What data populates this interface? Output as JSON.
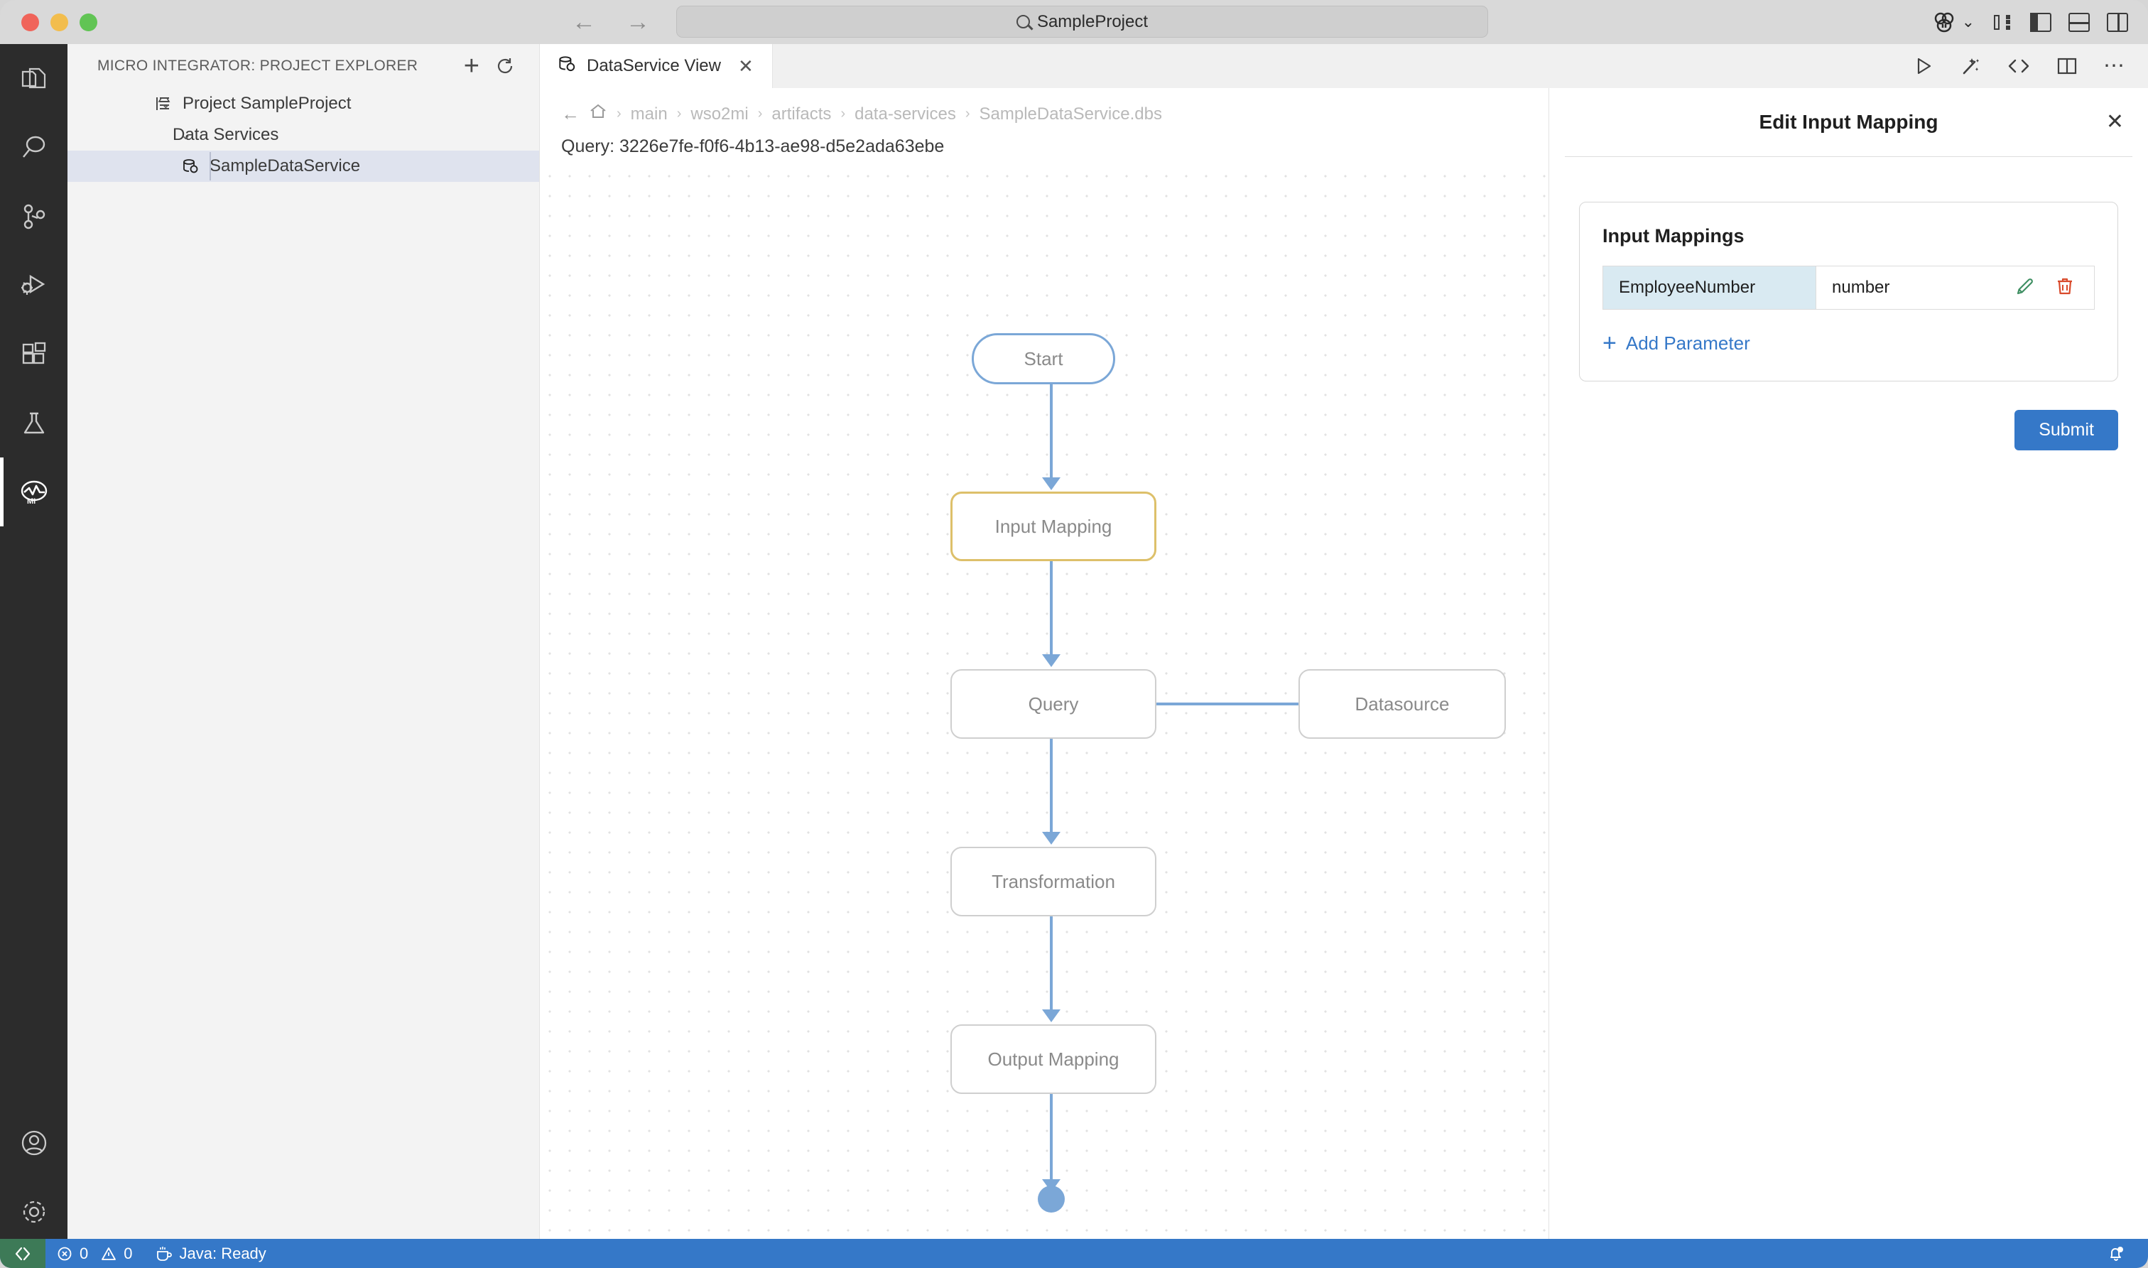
{
  "window": {
    "traffic_lights": [
      "close",
      "minimize",
      "zoom"
    ],
    "omnibox_text": "SampleProject",
    "nav_back": "←",
    "nav_forward": "→"
  },
  "activitybar": {
    "items": [
      {
        "name": "explorer",
        "icon": "files-icon"
      },
      {
        "name": "search",
        "icon": "search-icon"
      },
      {
        "name": "source-control",
        "icon": "source-control-icon"
      },
      {
        "name": "run-debug",
        "icon": "run-debug-icon"
      },
      {
        "name": "extensions",
        "icon": "extensions-icon"
      },
      {
        "name": "testing",
        "icon": "beaker-icon"
      },
      {
        "name": "micro-integrator",
        "icon": "mi-logo-icon",
        "active": true
      }
    ],
    "bottom": [
      {
        "name": "accounts",
        "icon": "account-icon"
      },
      {
        "name": "settings",
        "icon": "gear-icon"
      }
    ]
  },
  "sidebar": {
    "title": "MICRO INTEGRATOR: PROJECT EXPLORER",
    "actions": [
      {
        "name": "add",
        "icon": "plus-icon",
        "glyph": "+"
      },
      {
        "name": "refresh",
        "icon": "refresh-icon"
      }
    ],
    "tree": [
      {
        "label": "Project SampleProject",
        "level": 0,
        "expanded": true,
        "icon": "project-icon",
        "selected": false
      },
      {
        "label": "Data Services",
        "level": 1,
        "expanded": true,
        "icon": "",
        "selected": false
      },
      {
        "label": "SampleDataService",
        "level": 2,
        "expanded": null,
        "icon": "dataservice-icon",
        "selected": true
      }
    ]
  },
  "editor": {
    "tab": {
      "label": "DataService View",
      "icon": "dataservice-icon",
      "close": "✕"
    },
    "actions": [
      {
        "name": "run-button",
        "icon": "play-icon"
      },
      {
        "name": "ai-suggest-button",
        "icon": "magic-wand-icon"
      },
      {
        "name": "show-source-button",
        "icon": "code-icon"
      },
      {
        "name": "split-editor-button",
        "icon": "split-editor-icon"
      },
      {
        "name": "more-actions-button",
        "icon": "ellipsis-icon",
        "glyph": "⋯"
      }
    ]
  },
  "canvas": {
    "breadcrumb": {
      "back": "←",
      "home_icon": "home-icon",
      "separator": "›",
      "items": [
        "main",
        "wso2mi",
        "artifacts",
        "data-services",
        "SampleDataService.dbs"
      ]
    },
    "query_label": "Query: 3226e7fe-f0f6-4b13-ae98-d5e2ada63ebe",
    "nodes": [
      {
        "id": "start",
        "label": "Start",
        "kind": "start"
      },
      {
        "id": "input-mapping",
        "label": "Input Mapping",
        "kind": "box",
        "selected": true
      },
      {
        "id": "query",
        "label": "Query",
        "kind": "box"
      },
      {
        "id": "datasource",
        "label": "Datasource",
        "kind": "box"
      },
      {
        "id": "transformation",
        "label": "Transformation",
        "kind": "box"
      },
      {
        "id": "output-mapping",
        "label": "Output Mapping",
        "kind": "box"
      },
      {
        "id": "end",
        "label": "",
        "kind": "end"
      }
    ],
    "colors": {
      "edge": "#7ba7d7",
      "node_border": "#cfcfcf",
      "start_border": "#7ba7d7",
      "selected_border": "#ddc06a",
      "node_text": "#8a8a8a"
    }
  },
  "panel": {
    "title": "Edit Input Mapping",
    "close_glyph": "✕",
    "card_title": "Input Mappings",
    "mappings": [
      {
        "name": "EmployeeNumber",
        "type": "number"
      }
    ],
    "add_parameter_label": "Add Parameter",
    "add_parameter_plus": "+",
    "submit_label": "Submit",
    "colors": {
      "accent": "#3578c8",
      "key_cell_bg": "#d9eaf2",
      "edit_icon": "#3f8f63",
      "delete_icon": "#d94a2b"
    }
  },
  "statusbar": {
    "remote_icon": "remote-window-icon",
    "error_count": "0",
    "warning_count": "0",
    "java_status": "Java: Ready",
    "notification_icon": "bell-dot-icon",
    "background": "#3578c8"
  }
}
